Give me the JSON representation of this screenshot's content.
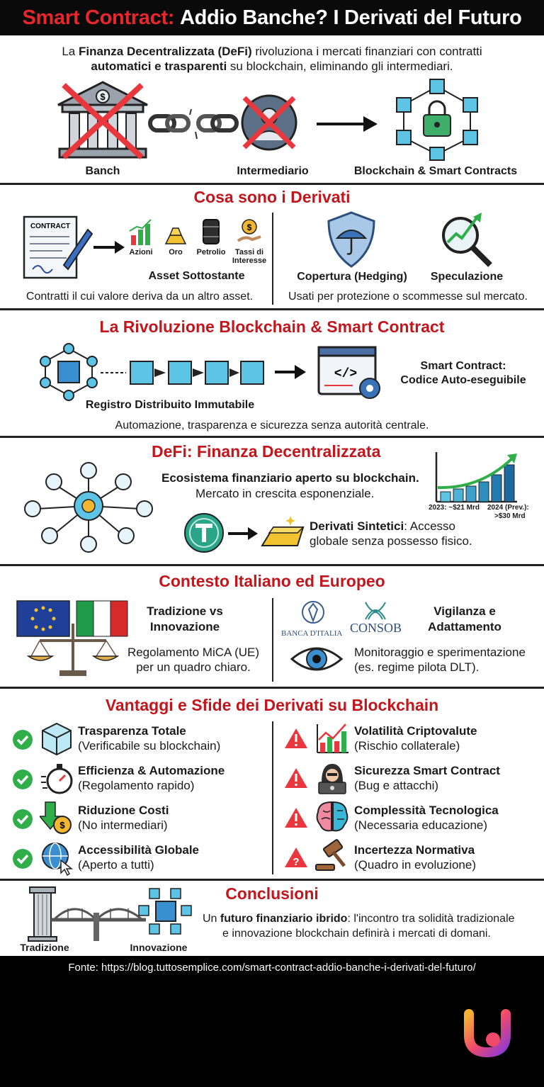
{
  "header": {
    "title_red": "Smart Contract:",
    "title_white": "Addio Banche? I Derivati del Futuro"
  },
  "intro": {
    "line1_pre": "La ",
    "line1_bold": "Finanza Decentralizzata (DeFi)",
    "line1_post": " rivoluziona i mercati finanziari con contratti",
    "line2_bold": "automatici e trasparenti",
    "line2_post": " su blockchain, eliminando gli intermediari.",
    "labels": [
      "Banch",
      "Intermediario",
      "Blockchain & Smart Contracts"
    ]
  },
  "derivati": {
    "title": "Cosa sono i Derivati",
    "contract_label": "CONTRACT",
    "assets": [
      "Azioni",
      "Oro",
      "Petrolio",
      "Tassi di Interesse"
    ],
    "asset_caption": "Asset Sottostante",
    "left_caption": "Contratti il cui valore deriva da un altro asset.",
    "uses": [
      "Copertura (Hedging)",
      "Speculazione"
    ],
    "right_caption": "Usati per protezione o scommesse sul mercato."
  },
  "blockchain": {
    "title": "La Rivoluzione Blockchain & Smart Contract",
    "registry_label": "Registro Distribuito Immutabile",
    "sc_label1": "Smart Contract:",
    "sc_label2": "Codice Auto-eseguibile",
    "caption": "Automazione, trasparenza e sicurezza senza autorità centrale."
  },
  "defi": {
    "title": "DeFi: Finanza Decentralizzata",
    "eco_bold": "Ecosistema finanziario aperto su blockchain.",
    "eco_sub": "Mercato in crescita esponenziale.",
    "chart_left": "2023: ~$21 Mrd",
    "chart_right1": "2024 (Prev.):",
    "chart_right2": ">$30 Mrd",
    "synth_bold": "Derivati Sintetici",
    "synth_post": ": Accesso",
    "synth_line2": "globale senza possesso fisico."
  },
  "contesto": {
    "title": "Contesto Italiano ed Europeo",
    "left_title1": "Tradizione vs",
    "left_title2": "Innovazione",
    "left_text1": "Regolamento MiCA (UE)",
    "left_text2": "per un quadro chiaro.",
    "banca": "BANCA D'ITALIA",
    "consob": "CONSOB",
    "right_title1": "Vigilanza e",
    "right_title2": "Adattamento",
    "right_text1": "Monitoraggio e sperimentazione",
    "right_text2": "(es. regime pilota DLT)."
  },
  "vantaggi": {
    "title": "Vantaggi e Sfide dei Derivati su Blockchain",
    "pros": [
      {
        "title": "Trasparenza Totale",
        "sub": "(Verificabile su blockchain)"
      },
      {
        "title": "Efficienza & Automazione",
        "sub": "(Regolamento rapido)"
      },
      {
        "title": "Riduzione Costi",
        "sub": "(No intermediari)"
      },
      {
        "title": "Accessibilità Globale",
        "sub": "(Aperto a tutti)"
      }
    ],
    "cons": [
      {
        "title": "Volatilità Criptovalute",
        "sub": "(Rischio collaterale)"
      },
      {
        "title": "Sicurezza Smart Contract",
        "sub": "(Bug e attacchi)"
      },
      {
        "title": "Complessità Tecnologica",
        "sub": "(Necessaria educazione)"
      },
      {
        "title": "Incertezza Normativa",
        "sub": "(Quadro in evoluzione)"
      }
    ]
  },
  "conclusioni": {
    "title": "Conclusioni",
    "line1_pre": "Un ",
    "line1_bold": "futuro finanziario ibrido",
    "line1_post": ": l'incontro tra solidità tradizionale",
    "line2": "e innovazione blockchain definirà i mercati di domani.",
    "left_label": "Tradizione",
    "right_label": "Innovazione"
  },
  "footer": {
    "source": "Fonte: https://blog.tuttosemplice.com/smart-contract-addio-banche-i-derivati-del-futuro/"
  },
  "colors": {
    "red": "#c3161c",
    "header_red": "#e8262b",
    "cube": "#5ec4e6",
    "green": "#2fae4a"
  }
}
